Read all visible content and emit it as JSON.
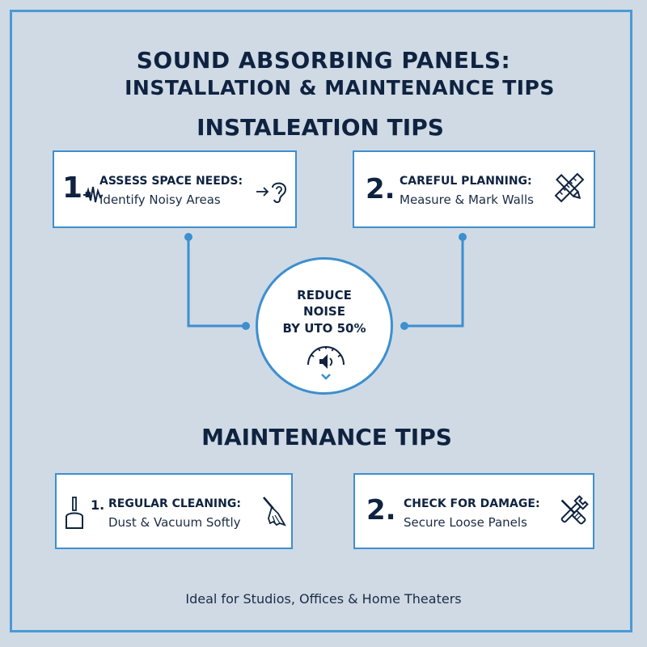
{
  "header": {
    "title_line1": "SOUND ABSORBING PANELS:",
    "title_line2": "INSTALLATION & MAINTENANCE TIPS"
  },
  "installation": {
    "section_title": "INSTALEATION TIPS",
    "tips": [
      {
        "number": "1.",
        "heading": "ASSESS SPACE NEEDS:",
        "text": "Identify Noisy Areas",
        "icons": [
          "sound-wave-icon",
          "ear-icon"
        ]
      },
      {
        "number": "2.",
        "heading": "CAREFUL PLANNING:",
        "text": "Measure & Mark Walls",
        "icons": [
          "ruler-pencil-icon"
        ]
      }
    ]
  },
  "center": {
    "line1": "REDUCE",
    "line2": "NOISE",
    "line3": "BY UTO 50%",
    "icons": [
      "speaker-gauge-icon",
      "chevron-down-icon"
    ]
  },
  "maintenance": {
    "section_title": "MAINTENANCE TIPS",
    "tips": [
      {
        "number": "1.",
        "heading": "REGULAR CLEANING:",
        "text": "Dust & Vacuum Softly",
        "icons": [
          "dustpan-icon",
          "brush-icon"
        ]
      },
      {
        "number": "2.",
        "heading": "CHECK FOR DAMAGE:",
        "text": "Secure Loose Panels",
        "icons": [
          "wrench-screwdriver-icon"
        ]
      }
    ]
  },
  "footer": {
    "text": "Ideal for Studios, Offices & Home Theaters"
  },
  "colors": {
    "background": "#cfdae5",
    "accent": "#3d8fcf",
    "text_dark": "#0f2340"
  }
}
